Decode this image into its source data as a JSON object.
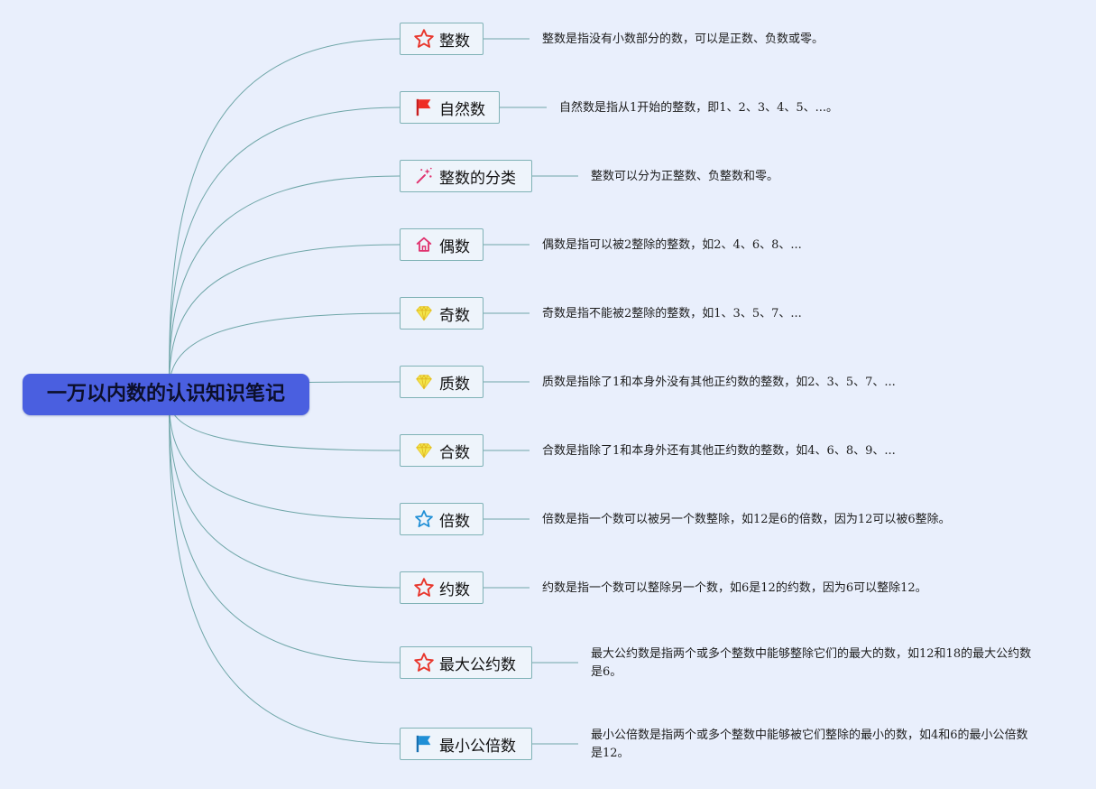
{
  "root": {
    "label": "一万以内数的认识知识笔记"
  },
  "topics": [
    {
      "label": "整数",
      "icon": "red-star-outline-icon",
      "description": "整数是指没有小数部分的数，可以是正数、负数或零。"
    },
    {
      "label": "自然数",
      "icon": "red-flag-icon",
      "description": "自然数是指从1开始的整数，即1、2、3、4、5、...。"
    },
    {
      "label": "整数的分类",
      "icon": "sparkle-wand-icon",
      "description": "整数可以分为正整数、负整数和零。"
    },
    {
      "label": "偶数",
      "icon": "house-icon",
      "description": "偶数是指可以被2整除的整数，如2、4、6、8、..."
    },
    {
      "label": "奇数",
      "icon": "yellow-diamond-icon",
      "description": "奇数是指不能被2整除的整数，如1、3、5、7、..."
    },
    {
      "label": "质数",
      "icon": "yellow-diamond-icon",
      "description": "质数是指除了1和本身外没有其他正约数的整数，如2、3、5、7、..."
    },
    {
      "label": "合数",
      "icon": "yellow-diamond-icon",
      "description": "合数是指除了1和本身外还有其他正约数的整数，如4、6、8、9、..."
    },
    {
      "label": "倍数",
      "icon": "blue-star-outline-icon",
      "description": "倍数是指一个数可以被另一个数整除，如12是6的倍数，因为12可以被6整除。"
    },
    {
      "label": "约数",
      "icon": "red-star-outline-icon",
      "description": "约数是指一个数可以整除另一个数，如6是12的约数，因为6可以整除12。"
    },
    {
      "label": "最大公约数",
      "icon": "red-star-outline-icon",
      "description": "最大公约数是指两个或多个整数中能够整除它们的最大的数，如12和18的最大公约数是6。"
    },
    {
      "label": "最小公倍数",
      "icon": "blue-flag-icon",
      "description": "最小公倍数是指两个或多个整数中能够被它们整除的最小的数，如4和6的最小公倍数是12。"
    }
  ],
  "colors": {
    "background": "#e9effc",
    "root_fill": "#4a5fe0",
    "connector": "#6fa6a8",
    "node_border": "#7fb2b6",
    "red_icon": "#e8362c",
    "blue_icon": "#1f8fd6",
    "yellow_icon": "#f2e54a",
    "pink_icon": "#e0336f"
  }
}
